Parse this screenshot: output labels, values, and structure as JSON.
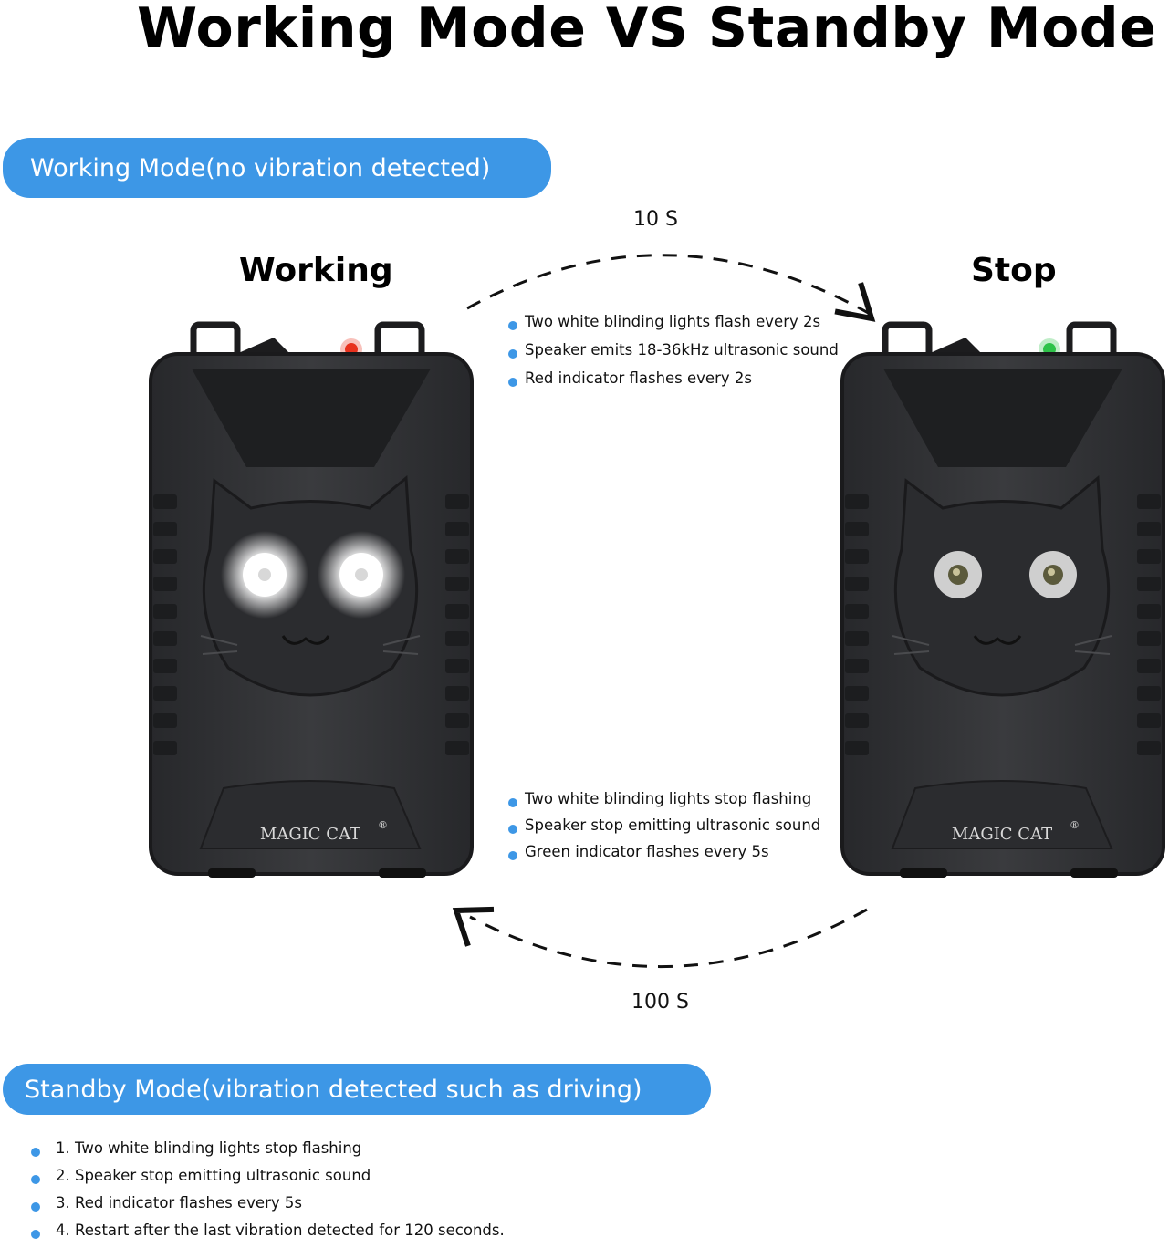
{
  "title": "Working Mode VS Standby Mode",
  "working_mode_pill": "Working Mode(no vibration detected)",
  "standby_mode_pill": "Standby Mode(vibration detected such as driving)",
  "device_left": {
    "label": "Working",
    "brand": "MAGIC CAT",
    "reg": "®",
    "indicator_color": "#e8321e",
    "eye_state": "flashing"
  },
  "device_right": {
    "label": "Stop",
    "brand": "MAGIC CAT",
    "reg": "®",
    "indicator_color": "#2ec24a",
    "eye_state": "off"
  },
  "timer_top": "10 S",
  "timer_bottom": "100 S",
  "working_features": [
    "Two white blinding lights flash every 2s",
    "Speaker emits 18-36kHz ultrasonic sound",
    "Red indicator flashes every 2s"
  ],
  "stop_features": [
    "Two white blinding lights stop flashing",
    "Speaker stop emitting ultrasonic sound",
    "Green indicator flashes every 5s"
  ],
  "standby_features": [
    "1. Two white blinding lights stop flashing",
    "2. Speaker stop emitting ultrasonic sound",
    "3. Red indicator flashes every 5s",
    "4. Restart after the last vibration detected for 120 seconds."
  ],
  "colors": {
    "accent": "#3d97e6",
    "device_body": "#2f3033",
    "device_dark": "#1e1f21"
  },
  "icons": [
    "cat-face-icon",
    "arrow-head-icon"
  ]
}
